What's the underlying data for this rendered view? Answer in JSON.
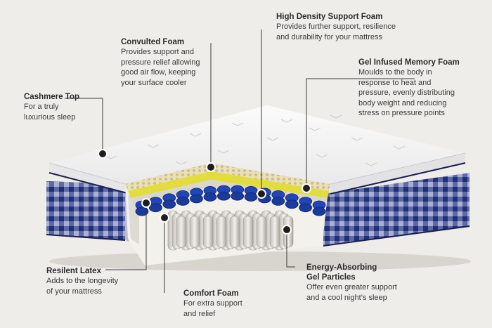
{
  "callouts": [
    {
      "id": "cashmere-top",
      "title": "Cashmere Top",
      "desc": [
        "For a truly",
        "luxurious sleep"
      ]
    },
    {
      "id": "convulted-foam",
      "title": "Convulted Foam",
      "desc": [
        "Provides support and",
        "pressure relief allowing",
        "good air flow, keeping",
        "your surface cooler"
      ]
    },
    {
      "id": "high-density-support-foam",
      "title": "High Density Support Foam",
      "desc": [
        "Provides further support, resilience",
        "and durability for your mattress"
      ]
    },
    {
      "id": "gel-infused-memory-foam",
      "title": "Gel Infused Memory Foam",
      "desc": [
        "Moulds to the body in",
        "response to heat and",
        "pressure, evenly distributing",
        "body weight and reducing",
        "stress on pressure points"
      ]
    },
    {
      "id": "resilient-latex",
      "title": "Resilent Latex",
      "desc": [
        "Adds to the longevity",
        "of your mattress"
      ]
    },
    {
      "id": "comfort-foam",
      "title": "Comfort Foam",
      "desc": [
        "For extra support",
        "and relief"
      ]
    },
    {
      "id": "energy-absorbing-gel-particles",
      "title": [
        "Energy-Absorbing",
        "Gel Particles"
      ],
      "desc": [
        "Offer even greater support",
        "and a cool night’s sleep"
      ]
    }
  ],
  "colors": {
    "ticking_blue": "#1f2f78",
    "gel_yellow": "#e2dc3c",
    "coil_blue": "#2246b8",
    "piping": "#1a1f4a"
  }
}
